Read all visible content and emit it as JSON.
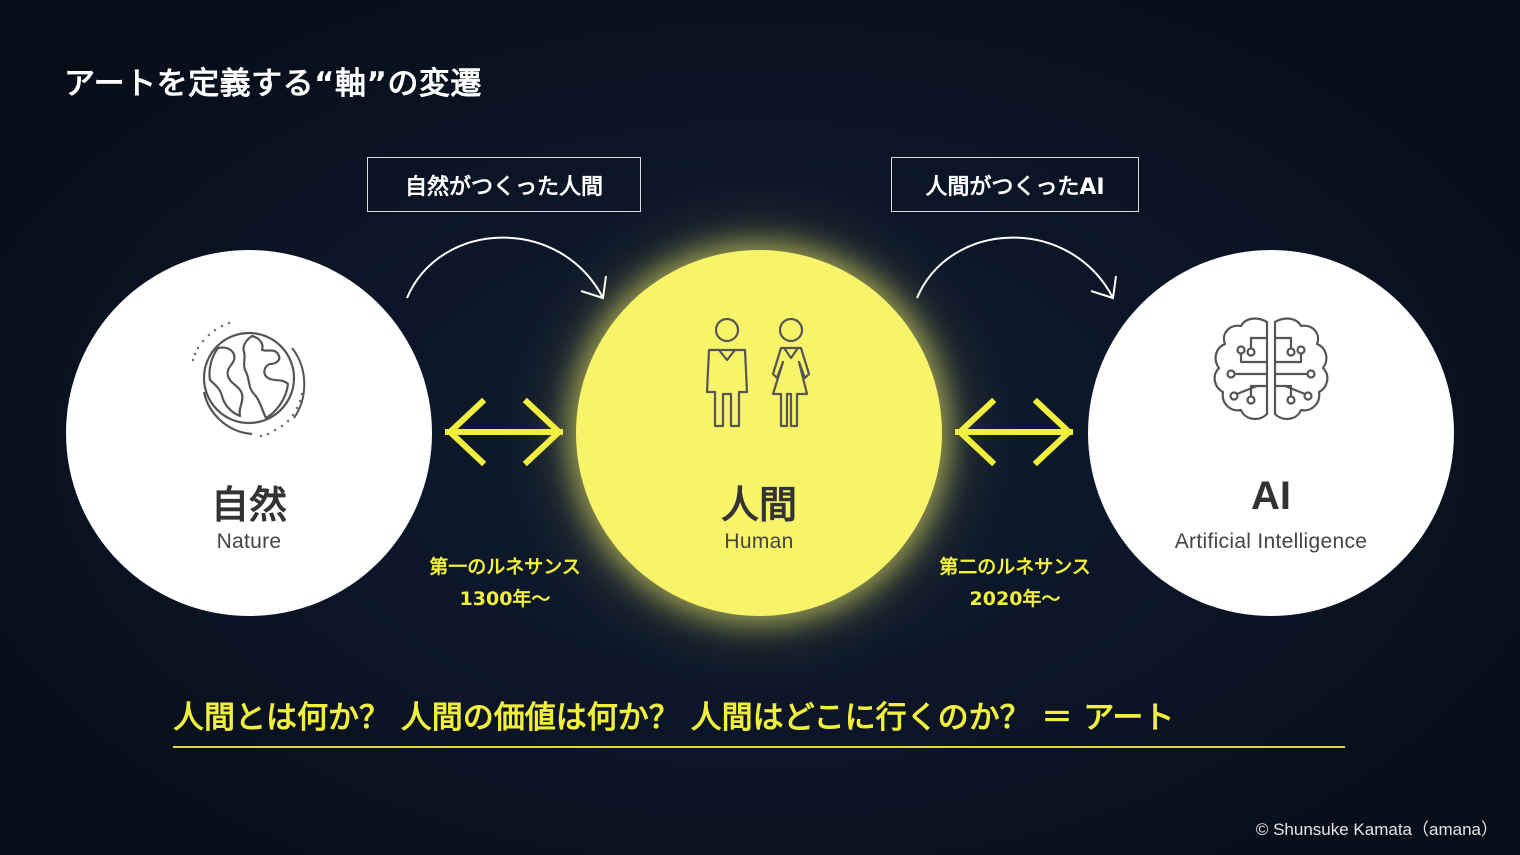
{
  "title": "アートを定義する“軸”の変遷",
  "transitions": [
    {
      "label": "自然がつくった人間"
    },
    {
      "label": "人間がつくったAI"
    }
  ],
  "nodes": [
    {
      "jp": "自然",
      "en": "Nature",
      "icon": "globe-icon",
      "fill": "#ffffff"
    },
    {
      "jp": "人間",
      "en": "Human",
      "icon": "people-icon",
      "fill": "#f7f46a"
    },
    {
      "jp": "AI",
      "en": "Artificial Intelligence",
      "icon": "brain-icon",
      "fill": "#ffffff"
    }
  ],
  "eras": [
    {
      "name": "第一のルネサンス",
      "year": "1300年〜"
    },
    {
      "name": "第二のルネサンス",
      "year": "2020年〜"
    }
  ],
  "question": "人間とは何か？ 人間の価値は何か？ 人間はどこに行くのか？ ＝ アート",
  "credit": "© Shunsuke Kamata（amana）",
  "colors": {
    "accent": "#f1ee3e",
    "background": "#0b1422",
    "icon_stroke": "#555555"
  }
}
